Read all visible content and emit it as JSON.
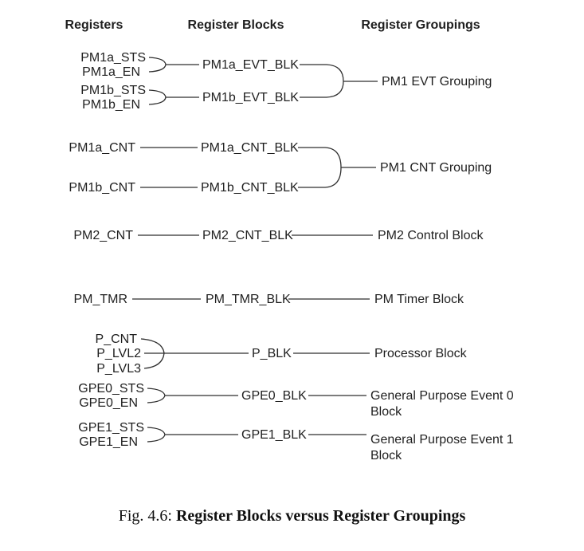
{
  "headers": {
    "registers": "Registers",
    "register_blocks": "Register Blocks",
    "register_groupings": "Register Groupings"
  },
  "registers": {
    "pm1a_sts": "PM1a_STS",
    "pm1a_en": "PM1a_EN",
    "pm1b_sts": "PM1b_STS",
    "pm1b_en": "PM1b_EN",
    "pm1a_cnt": "PM1a_CNT",
    "pm1b_cnt": "PM1b_CNT",
    "pm2_cnt": "PM2_CNT",
    "pm_tmr": "PM_TMR",
    "p_cnt": "P_CNT",
    "p_lvl2": "P_LVL2",
    "p_lvl3": "P_LVL3",
    "gpe0_sts": "GPE0_STS",
    "gpe0_en": "GPE0_EN",
    "gpe1_sts": "GPE1_STS",
    "gpe1_en": "GPE1_EN"
  },
  "blocks": {
    "pm1a_evt_blk": "PM1a_EVT_BLK",
    "pm1b_evt_blk": "PM1b_EVT_BLK",
    "pm1a_cnt_blk": "PM1a_CNT_BLK",
    "pm1b_cnt_blk": "PM1b_CNT_BLK",
    "pm2_cnt_blk": "PM2_CNT_BLK",
    "pm_tmr_blk": "PM_TMR_BLK",
    "p_blk": "P_BLK",
    "gpe0_blk": "GPE0_BLK",
    "gpe1_blk": "GPE1_BLK"
  },
  "groupings": {
    "pm1_evt": "PM1 EVT Grouping",
    "pm1_cnt": "PM1 CNT Grouping",
    "pm2": "PM2 Control Block",
    "pm_tmr": "PM Timer Block",
    "processor": "Processor Block",
    "gpe0_line1": "General Purpose Event 0",
    "gpe0_line2": "Block",
    "gpe1_line1": "General Purpose Event 1",
    "gpe1_line2": "Block"
  },
  "caption": {
    "prefix": "Fig. 4.6:",
    "title": "Register Blocks versus Register Groupings"
  },
  "colors": {
    "text": "#1f1f1f",
    "line": "#2f2f2f",
    "background": "#ffffff"
  }
}
